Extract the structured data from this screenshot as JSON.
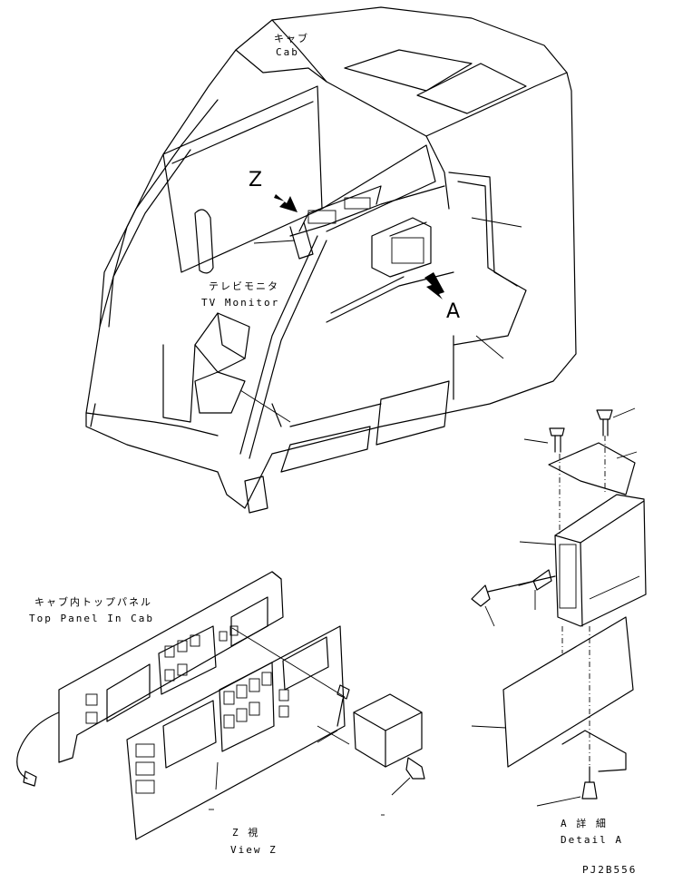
{
  "labels": {
    "cab_jp": "キャブ",
    "cab_en": "Cab",
    "tv_jp": "テレビモニタ",
    "tv_en": "TV Monitor",
    "view_z_marker": "Z",
    "detail_a_marker": "A",
    "top_panel_jp": "キャブ内トップパネル",
    "top_panel_en": "Top Panel In Cab",
    "view_z_jp": "Z 視",
    "view_z_en": "View Z",
    "detail_a_jp": "A 詳 細",
    "detail_a_en": "Detail A",
    "drawing_code": "PJ2B556"
  },
  "icons": {
    "arrow_z": "bold-arrow-icon",
    "arrow_a": "bold-arrow-icon"
  }
}
